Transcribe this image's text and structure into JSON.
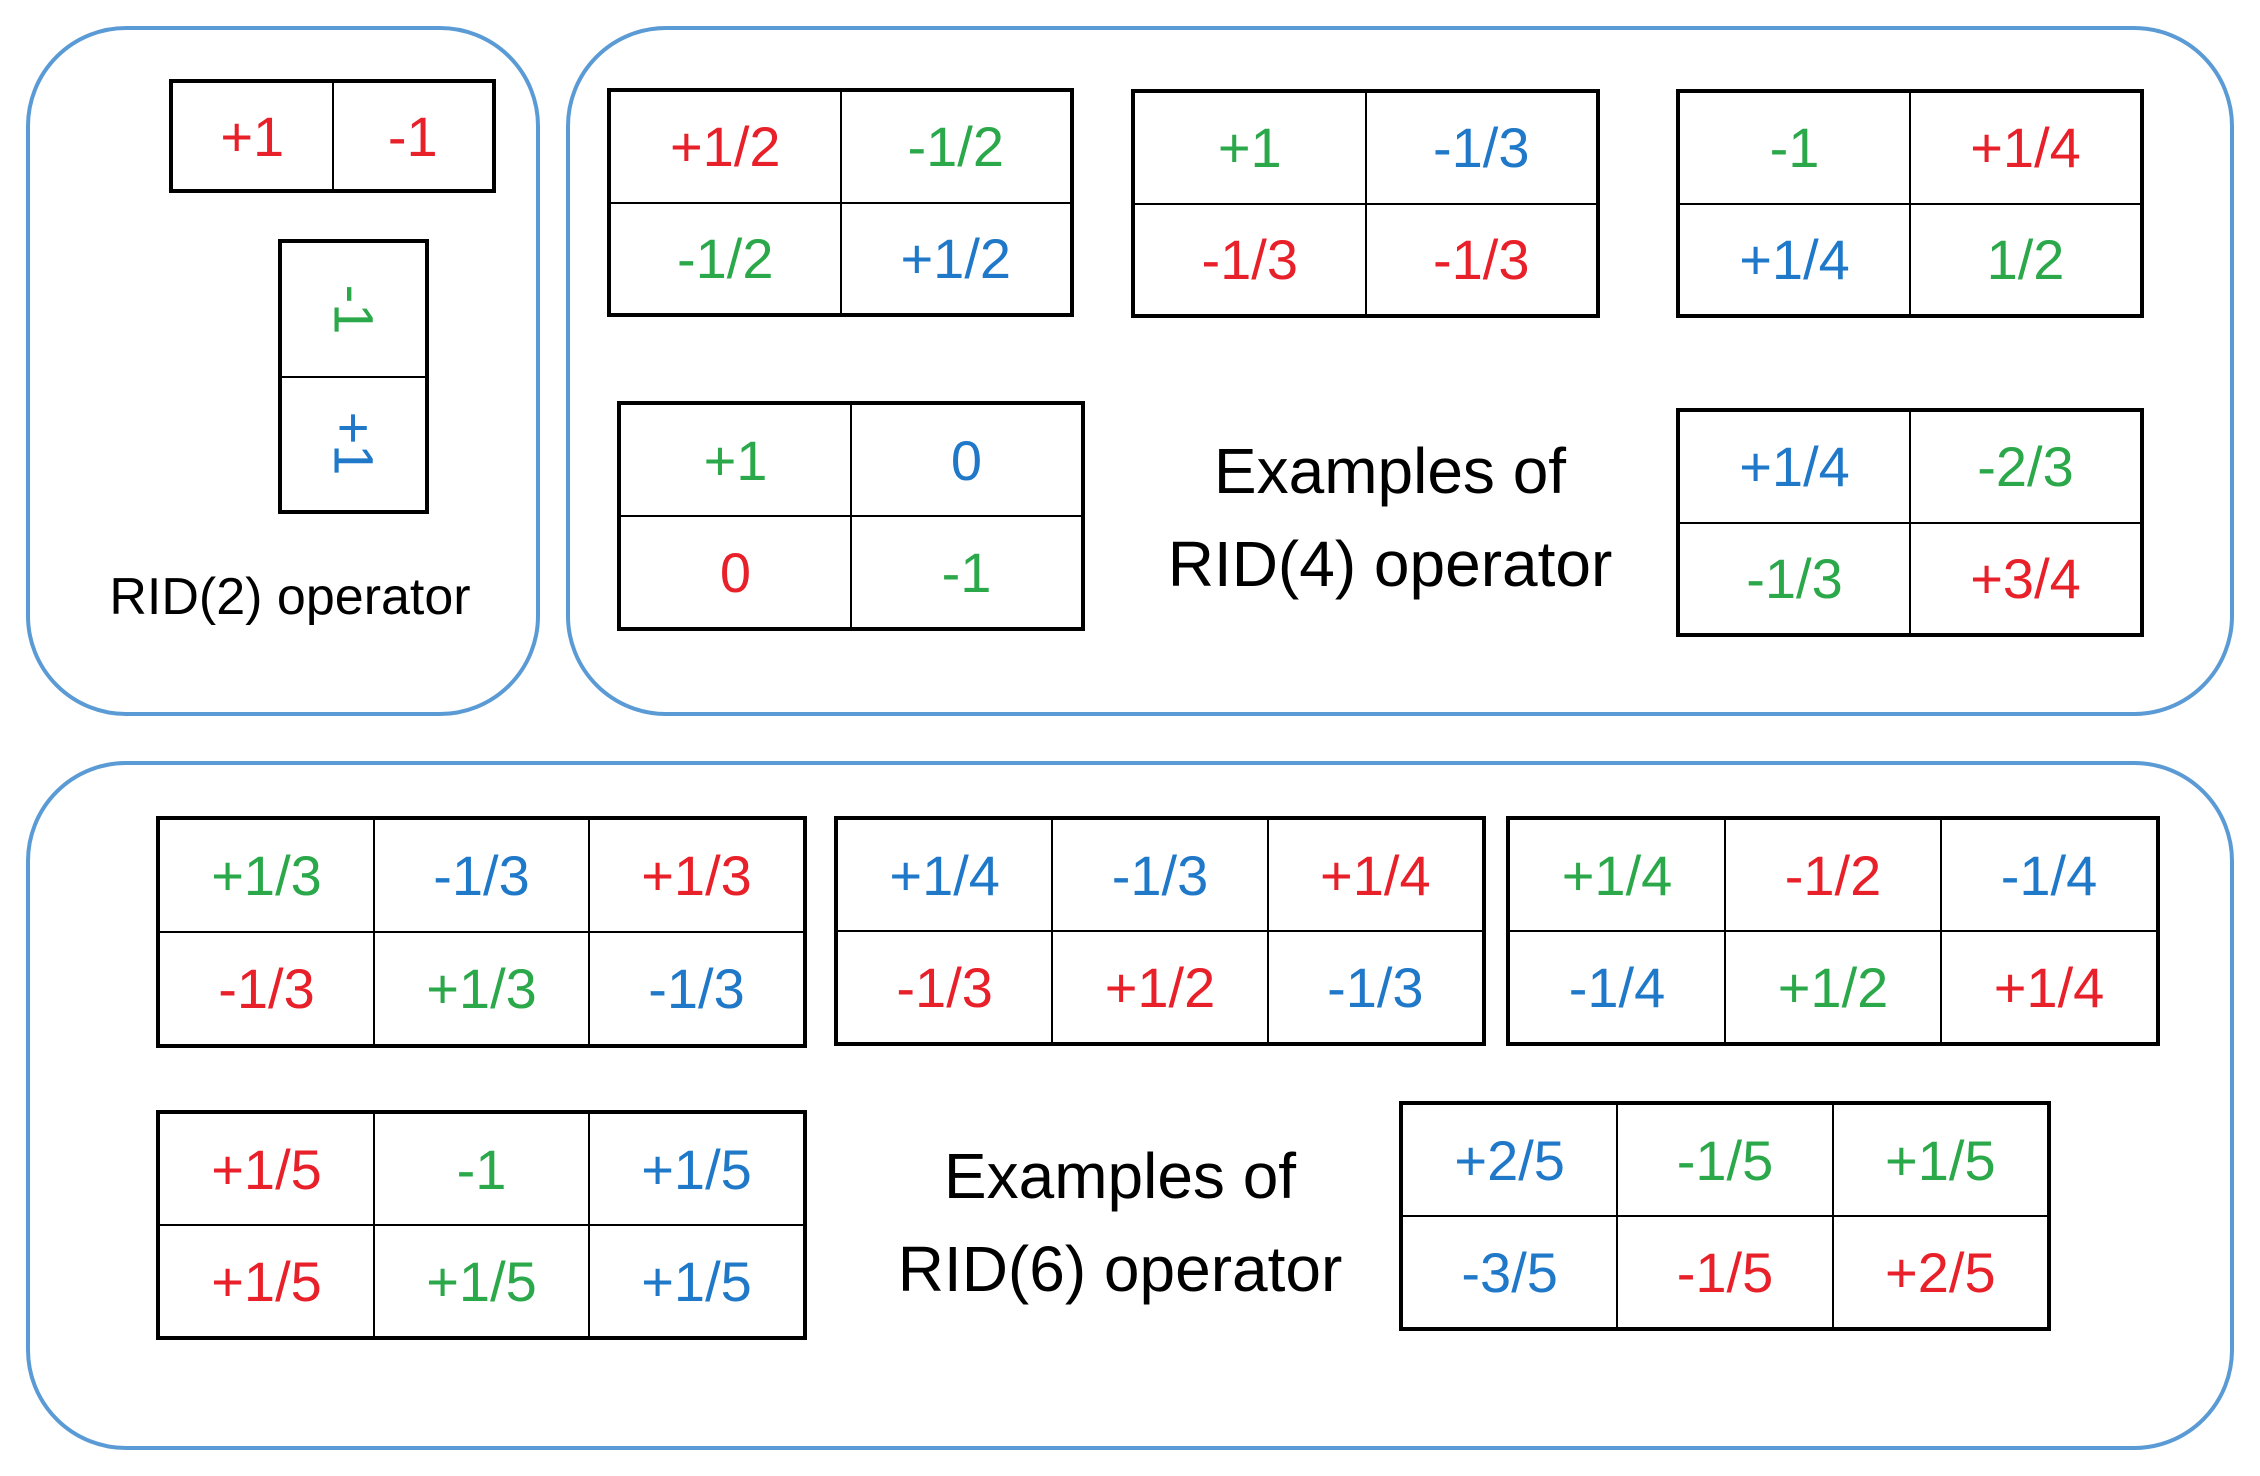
{
  "colors": {
    "red": "#e8202a",
    "green": "#2ba84a",
    "blue": "#1f78c8",
    "panel_border": "#5b9bd5"
  },
  "rid2": {
    "label": "RID(2) operator",
    "tables": [
      {
        "rows": 1,
        "cols": 2,
        "rotated": false,
        "cells": [
          {
            "t": "+1",
            "c": "red"
          },
          {
            "t": "-1",
            "c": "red"
          }
        ]
      },
      {
        "rows": 2,
        "cols": 1,
        "rotated": true,
        "cells": [
          {
            "t": "-1",
            "c": "green"
          },
          {
            "t": "+1",
            "c": "blue"
          }
        ]
      }
    ]
  },
  "rid4": {
    "label_line1": "Examples of",
    "label_line2": "RID(4) operator",
    "tables": [
      {
        "rows": 2,
        "cols": 2,
        "cells": [
          {
            "t": "+1/2",
            "c": "red"
          },
          {
            "t": "-1/2",
            "c": "green"
          },
          {
            "t": "-1/2",
            "c": "green"
          },
          {
            "t": "+1/2",
            "c": "blue"
          }
        ]
      },
      {
        "rows": 2,
        "cols": 2,
        "cells": [
          {
            "t": "+1",
            "c": "green"
          },
          {
            "t": "-1/3",
            "c": "blue"
          },
          {
            "t": "-1/3",
            "c": "red"
          },
          {
            "t": "-1/3",
            "c": "red"
          }
        ]
      },
      {
        "rows": 2,
        "cols": 2,
        "cells": [
          {
            "t": "-1",
            "c": "green"
          },
          {
            "t": "+1/4",
            "c": "red"
          },
          {
            "t": "+1/4",
            "c": "blue"
          },
          {
            "t": "1/2",
            "c": "green"
          }
        ]
      },
      {
        "rows": 2,
        "cols": 2,
        "cells": [
          {
            "t": "+1",
            "c": "green"
          },
          {
            "t": "0",
            "c": "blue"
          },
          {
            "t": "0",
            "c": "red"
          },
          {
            "t": "-1",
            "c": "green"
          }
        ]
      },
      {
        "rows": 2,
        "cols": 2,
        "cells": [
          {
            "t": "+1/4",
            "c": "blue"
          },
          {
            "t": "-2/3",
            "c": "green"
          },
          {
            "t": "-1/3",
            "c": "green"
          },
          {
            "t": "+3/4",
            "c": "red"
          }
        ]
      }
    ]
  },
  "rid6": {
    "label_line1": "Examples of",
    "label_line2": "RID(6) operator",
    "tables": [
      {
        "rows": 2,
        "cols": 3,
        "cells": [
          {
            "t": "+1/3",
            "c": "green"
          },
          {
            "t": "-1/3",
            "c": "blue"
          },
          {
            "t": "+1/3",
            "c": "red"
          },
          {
            "t": "-1/3",
            "c": "red"
          },
          {
            "t": "+1/3",
            "c": "green"
          },
          {
            "t": "-1/3",
            "c": "blue"
          }
        ]
      },
      {
        "rows": 2,
        "cols": 3,
        "cells": [
          {
            "t": "+1/4",
            "c": "blue"
          },
          {
            "t": "-1/3",
            "c": "blue"
          },
          {
            "t": "+1/4",
            "c": "red"
          },
          {
            "t": "-1/3",
            "c": "red"
          },
          {
            "t": "+1/2",
            "c": "red"
          },
          {
            "t": "-1/3",
            "c": "blue"
          }
        ]
      },
      {
        "rows": 2,
        "cols": 3,
        "cells": [
          {
            "t": "+1/4",
            "c": "green"
          },
          {
            "t": "-1/2",
            "c": "red"
          },
          {
            "t": "-1/4",
            "c": "blue"
          },
          {
            "t": "-1/4",
            "c": "blue"
          },
          {
            "t": "+1/2",
            "c": "green"
          },
          {
            "t": "+1/4",
            "c": "red"
          }
        ]
      },
      {
        "rows": 2,
        "cols": 3,
        "cells": [
          {
            "t": "+1/5",
            "c": "red"
          },
          {
            "t": "-1",
            "c": "green"
          },
          {
            "t": "+1/5",
            "c": "blue"
          },
          {
            "t": "+1/5",
            "c": "red"
          },
          {
            "t": "+1/5",
            "c": "green"
          },
          {
            "t": "+1/5",
            "c": "blue"
          }
        ]
      },
      {
        "rows": 2,
        "cols": 3,
        "cells": [
          {
            "t": "+2/5",
            "c": "blue"
          },
          {
            "t": "-1/5",
            "c": "green"
          },
          {
            "t": "+1/5",
            "c": "green"
          },
          {
            "t": "-3/5",
            "c": "blue"
          },
          {
            "t": "-1/5",
            "c": "red"
          },
          {
            "t": "+2/5",
            "c": "red"
          }
        ]
      }
    ]
  }
}
